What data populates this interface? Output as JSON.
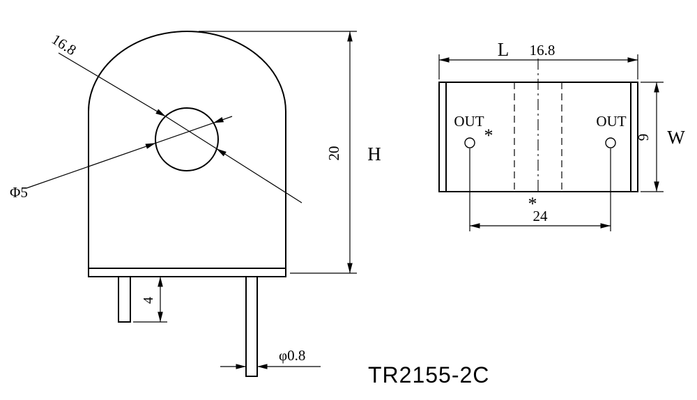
{
  "title": "TR2155-2C",
  "front_view": {
    "dim_core_od": "16.8",
    "dim_hole_dia": "Φ5",
    "dim_height_value": "20",
    "dim_height_letter": "H",
    "dim_pin_length": "4",
    "dim_pin_dia": "φ0.8"
  },
  "side_view": {
    "dim_length_letter": "L",
    "dim_length_value": "16.8",
    "label_out_left": "OUT",
    "label_out_right": "OUT",
    "polarity_mark_top": "*",
    "polarity_mark_bottom": "*",
    "dim_width_value": "9",
    "dim_width_letter": "W",
    "dim_pin_spacing": "24"
  }
}
